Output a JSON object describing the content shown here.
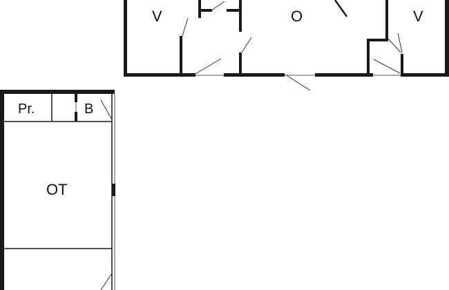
{
  "floorplan": {
    "rooms": {
      "v_left": "V",
      "o_center": "O",
      "v_right": "V",
      "pr": "Pr.",
      "b": "B",
      "ot": "OT"
    }
  }
}
